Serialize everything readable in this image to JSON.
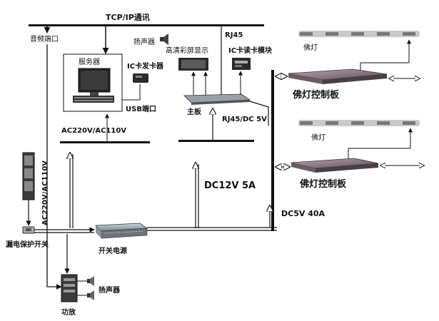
{
  "labels": {
    "tcp_ip": "TCP/IP通讯",
    "audio_port": "音频端口",
    "server": "服务器",
    "ic_issuer": "IC卡发卡器",
    "usb_port": "USB端口",
    "speaker_top": "扬声器",
    "hd_display": "高清彩屏显示",
    "rj45": "RJ45",
    "ic_reader": "IC卡读卡模块",
    "mainboard": "主板",
    "rj45_dc5v": "RJ45/DC 5V",
    "ac_server": "AC220V/AC110V",
    "dc12v": "DC12V 5A",
    "dc5v": "DC5V 40A",
    "buddha_lamp_1": "佛灯",
    "buddha_lamp_2": "佛灯",
    "buddha_board_1": "佛灯控制板",
    "buddha_board_2": "佛灯控制板",
    "ac_vertical": "AC220V/AC110V",
    "leakage_switch": "漏电保护开关",
    "power_supply": "开关电源",
    "amplifier": "功放",
    "speaker_bottom": "扬声器"
  }
}
